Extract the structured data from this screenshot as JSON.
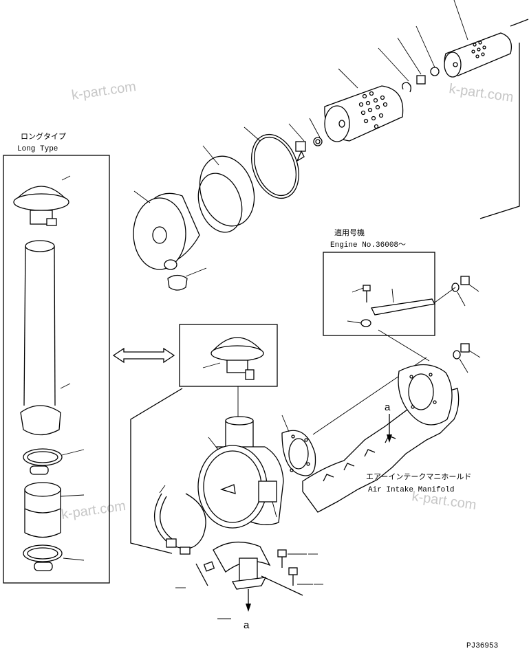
{
  "labels": {
    "long_type_jp": "ロングタイプ",
    "long_type_en": "Long Type",
    "applicable_jp": "適用号機",
    "engine_no": "Engine No.36008～",
    "manifold_jp": "エアーインテークマニホールド",
    "manifold_en": "Air Intake Manifold",
    "section_a_top": "a",
    "section_a_bottom": "a",
    "drawing_no": "PJ36953"
  },
  "watermarks": [
    "k-part.com",
    "k-part.com",
    "k-part.com",
    "k-part.com"
  ],
  "colors": {
    "line": "#000000",
    "watermark": "#c7c7c7",
    "background": "#ffffff"
  }
}
